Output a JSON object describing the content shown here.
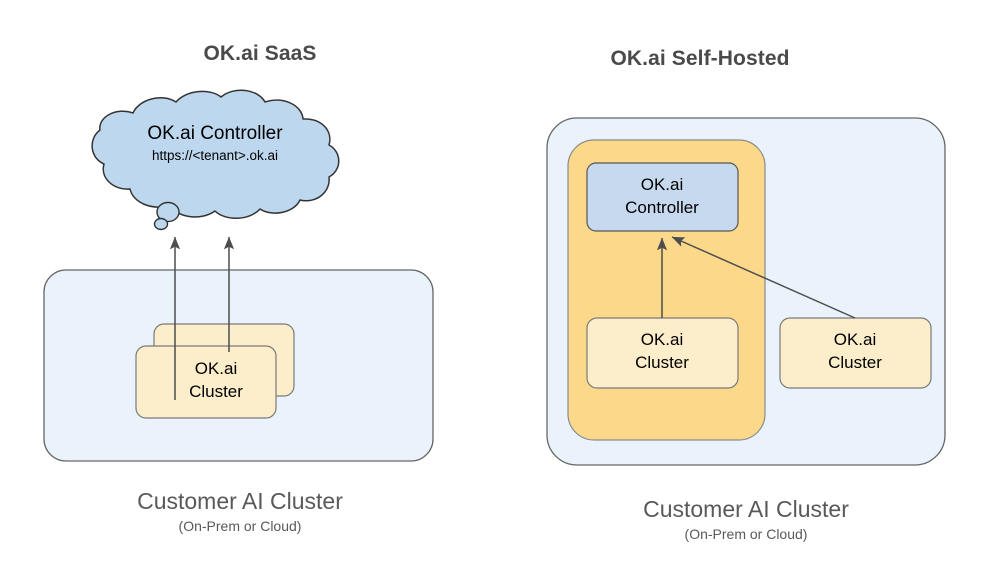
{
  "diagram": {
    "panels": [
      {
        "id": "saas",
        "title": "OK.ai SaaS",
        "caption_main": "Customer AI Cluster",
        "caption_sub": "(On-Prem or Cloud)",
        "cloud": {
          "name": "OK.ai Controller",
          "url": "https://<tenant>.ok.ai"
        },
        "cluster_stack": {
          "label": "OK.ai\nCluster",
          "count": 2
        }
      },
      {
        "id": "self-hosted",
        "title": "OK.ai Self-Hosted",
        "caption_main": "Customer AI Cluster",
        "caption_sub": "(On-Prem or Cloud)",
        "controller": {
          "label": "OK.ai\nController"
        },
        "clusters": [
          {
            "label": "OK.ai\nCluster",
            "inside_control_plane": true
          },
          {
            "label": "OK.ai\nCluster",
            "inside_control_plane": false
          }
        ]
      }
    ],
    "colors": {
      "panel_fill": "#eaf3fc",
      "panel_stroke": "#666666",
      "cloud_fill": "#bdd7ee",
      "cloud_stroke": "#333333",
      "control_plane_fill": "#fcd98a",
      "control_plane_stroke": "#8a8a8a",
      "controller_fill": "#c6d9ee",
      "controller_stroke": "#555555",
      "cluster_fill": "#fdeecb",
      "cluster_stroke": "#7a7a7a",
      "arrow_stroke": "#4d4d4d",
      "title_text": "#4a4a4a",
      "caption_text": "#595959",
      "node_text": "#000000",
      "background": "#ffffff"
    }
  }
}
